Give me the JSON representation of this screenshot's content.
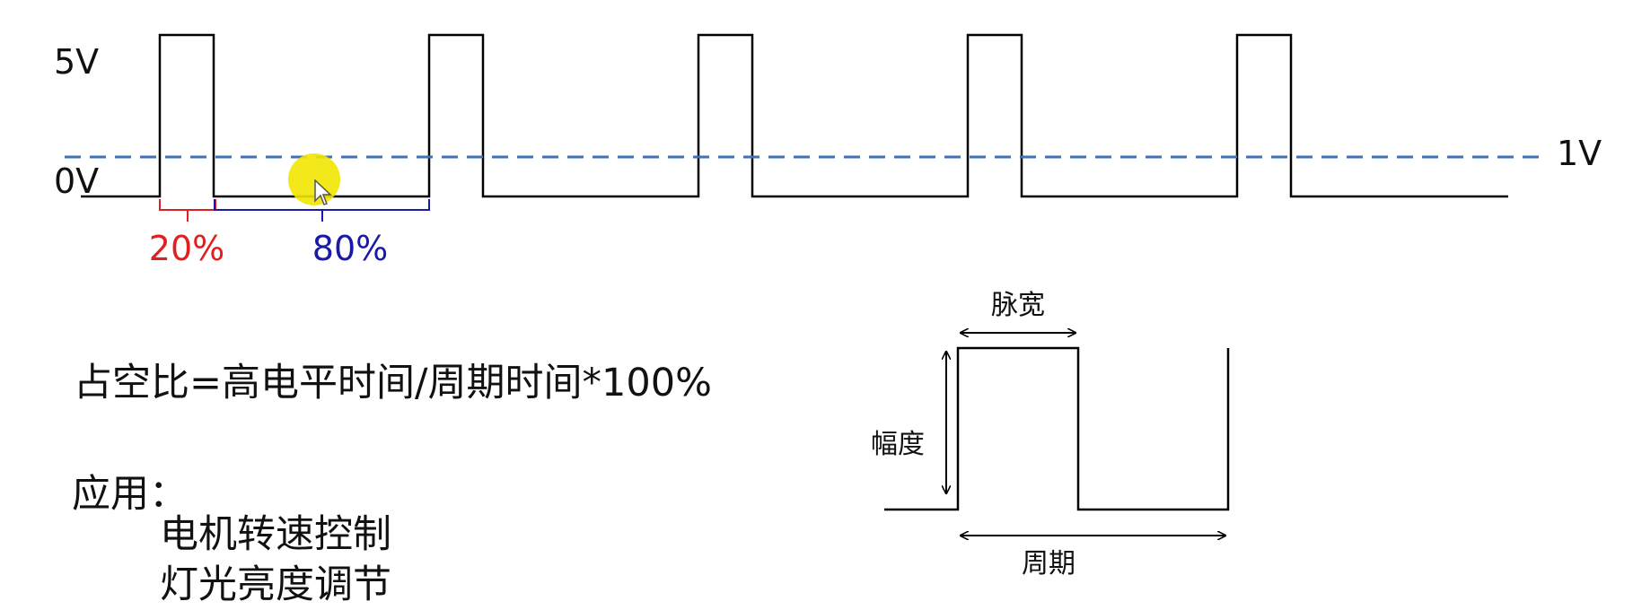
{
  "pwm": {
    "label_5v": "5V",
    "label_0v": "0V",
    "threshold_label": "1V",
    "duty_high_pct": "20%",
    "duty_low_pct": "80%",
    "duty_cycle": 0.2,
    "pulse_count": 5
  },
  "formula": "占空比=高电平时间/周期时间*100%",
  "applications": {
    "title": "应用：",
    "items": [
      "电机转速控制",
      "灯光亮度调节"
    ]
  },
  "pulse_diagram": {
    "pulse_width_label": "脉宽",
    "amplitude_label": "幅度",
    "period_label": "周期"
  },
  "colors": {
    "signal": "#000000",
    "threshold": "#3d72b3",
    "duty_high": "#e02020",
    "duty_low": "#1a1aa8",
    "cursor": "#f2e600"
  }
}
